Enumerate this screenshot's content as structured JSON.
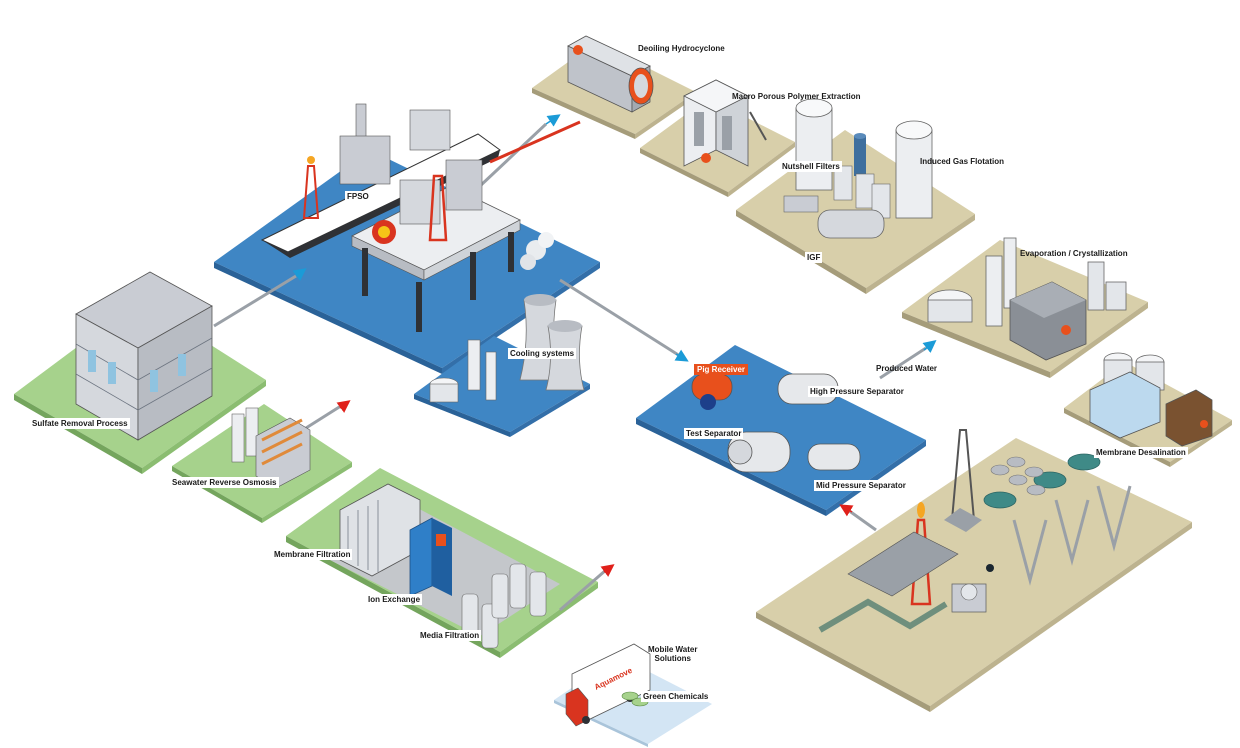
{
  "colors": {
    "sand": "#d8cfaa",
    "grass": "#a6d28c",
    "water": "#3f86c4",
    "light_water": "#d3e5f4",
    "steel": "#c9ccd3",
    "pipe": "#8c939c",
    "flare_red": "#d9341f",
    "accent_orange": "#e8501c",
    "arrow_blue": "#1b9bd7",
    "arrow_red": "#e0201a"
  },
  "labels": {
    "deoiling_hydrocyclone": "Deoiling Hydrocyclone",
    "macro_porous": "Macro Porous Polymer Extraction",
    "nutshell_filters": "Nutshell Filters",
    "induced_gas_flotation": "Induced Gas Flotation",
    "igf": "IGF",
    "fpso": "FPSO",
    "evaporation": "Evaporation / Crystallization",
    "cooling_systems": "Cooling systems",
    "produced_water": "Produced Water",
    "pig_receiver": "Pig Receiver",
    "high_pressure_separator": "High Pressure Separator",
    "test_separator": "Test Separator",
    "mid_pressure_separator": "Mid Pressure Separator",
    "membrane_desalination": "Membrane Desalination",
    "sulfate_removal": "Sulfate Removal Process",
    "seawater_ro": "Seawater Reverse Osmosis",
    "membrane_filtration": "Membrane Filtration",
    "ion_exchange": "Ion Exchange",
    "media_filtration": "Media Filtration",
    "mobile_water_line1": "Mobile Water",
    "mobile_water_line2": "Solutions",
    "green_chemicals": "Green Chemicals",
    "truck_brand": "Aquamove"
  }
}
